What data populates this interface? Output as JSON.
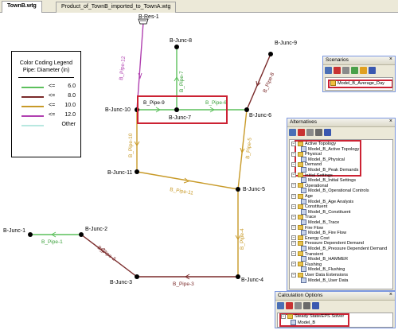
{
  "tabs": [
    {
      "label": "TownB.wtg",
      "active": true
    },
    {
      "label": "Product_of_TownB_imported_to_TownA.wtg",
      "active": false
    }
  ],
  "legend": {
    "title": "Color Coding Legend",
    "subtitle": "Pipe: Diameter (in)",
    "rows": [
      {
        "op": "<=",
        "value": "6.0",
        "color": "#5cc05c"
      },
      {
        "op": "<=",
        "value": "8.0",
        "color": "#7a2a2a"
      },
      {
        "op": "<=",
        "value": "10.0",
        "color": "#c89a28"
      },
      {
        "op": "<=",
        "value": "12.0",
        "color": "#b040b0"
      },
      {
        "op": "",
        "value": "Other",
        "color": "#b8e8e0"
      }
    ]
  },
  "network": {
    "reservoir": "B-Res-1",
    "junctions": {
      "j1": "B-Junc-1",
      "j2": "B-Junc-2",
      "j3": "B-Junc-3",
      "j4": "B-Junc-4",
      "j5": "B-Junc-5",
      "j6": "B-Junc-6",
      "j7": "B-Junc-7",
      "j8": "B-Junc-8",
      "j9": "B-Junc-9",
      "j10": "B-Junc-10",
      "j11": "B-Junc-11"
    },
    "pipes": {
      "p1": "B_Pipe-1",
      "p2": "B_Pipe-2",
      "p3": "B_Pipe-3",
      "p4": "B_Pipe-4",
      "p5": "B_Pipe-5",
      "p6": "B_Pipe-6",
      "p7": "B_Pipe-7",
      "p8": "B_Pipe-8",
      "p9": "B_Pipe-9",
      "p10": "B_Pipe-10",
      "p11": "B_Pipe-11",
      "p12": "B_Pipe-12"
    }
  },
  "scenarios": {
    "title": "Scenarios",
    "close": "×",
    "item": "Model_B_Average_Day"
  },
  "alternatives": {
    "title": "Alternatives",
    "close": "×",
    "items": [
      {
        "label": "Active Topology",
        "level": 0
      },
      {
        "label": "Model_B_Active Topology",
        "level": 1
      },
      {
        "label": "Physical",
        "level": 0
      },
      {
        "label": "Model_B_Physical",
        "level": 1
      },
      {
        "label": "Demand",
        "level": 0
      },
      {
        "label": "Model_B_Peak Demands",
        "level": 1
      },
      {
        "label": "Initial Settings",
        "level": 0
      },
      {
        "label": "Model_B_Initial Settings",
        "level": 1
      },
      {
        "label": "Operational",
        "level": 0
      },
      {
        "label": "Model_B_Operational Controls",
        "level": 1
      },
      {
        "label": "Age",
        "level": 0
      },
      {
        "label": "Model_B_Age Analysis",
        "level": 1
      },
      {
        "label": "Constituent",
        "level": 0
      },
      {
        "label": "Model_B_Constituent",
        "level": 1
      },
      {
        "label": "Trace",
        "level": 0
      },
      {
        "label": "Model_B_Trace",
        "level": 1
      },
      {
        "label": "Fire Flow",
        "level": 0
      },
      {
        "label": "Model_B_Fire Flow",
        "level": 1
      },
      {
        "label": "Energy Cost",
        "level": 0
      },
      {
        "label": "Pressure Dependent Demand",
        "level": 0
      },
      {
        "label": "Model_B_Pressure Dependent Demand",
        "level": 1
      },
      {
        "label": "Transient",
        "level": 0
      },
      {
        "label": "Model_B_HAMMER",
        "level": 1
      },
      {
        "label": "Flushing",
        "level": 0
      },
      {
        "label": "Model_B_Flushing",
        "level": 1
      },
      {
        "label": "User Data Extensions",
        "level": 0
      },
      {
        "label": "Model_B_User Data",
        "level": 1
      }
    ]
  },
  "calc_options": {
    "title": "Calculation Options",
    "close": "×",
    "solver": "Steady State/EPS Solver",
    "model": "Model_B"
  }
}
